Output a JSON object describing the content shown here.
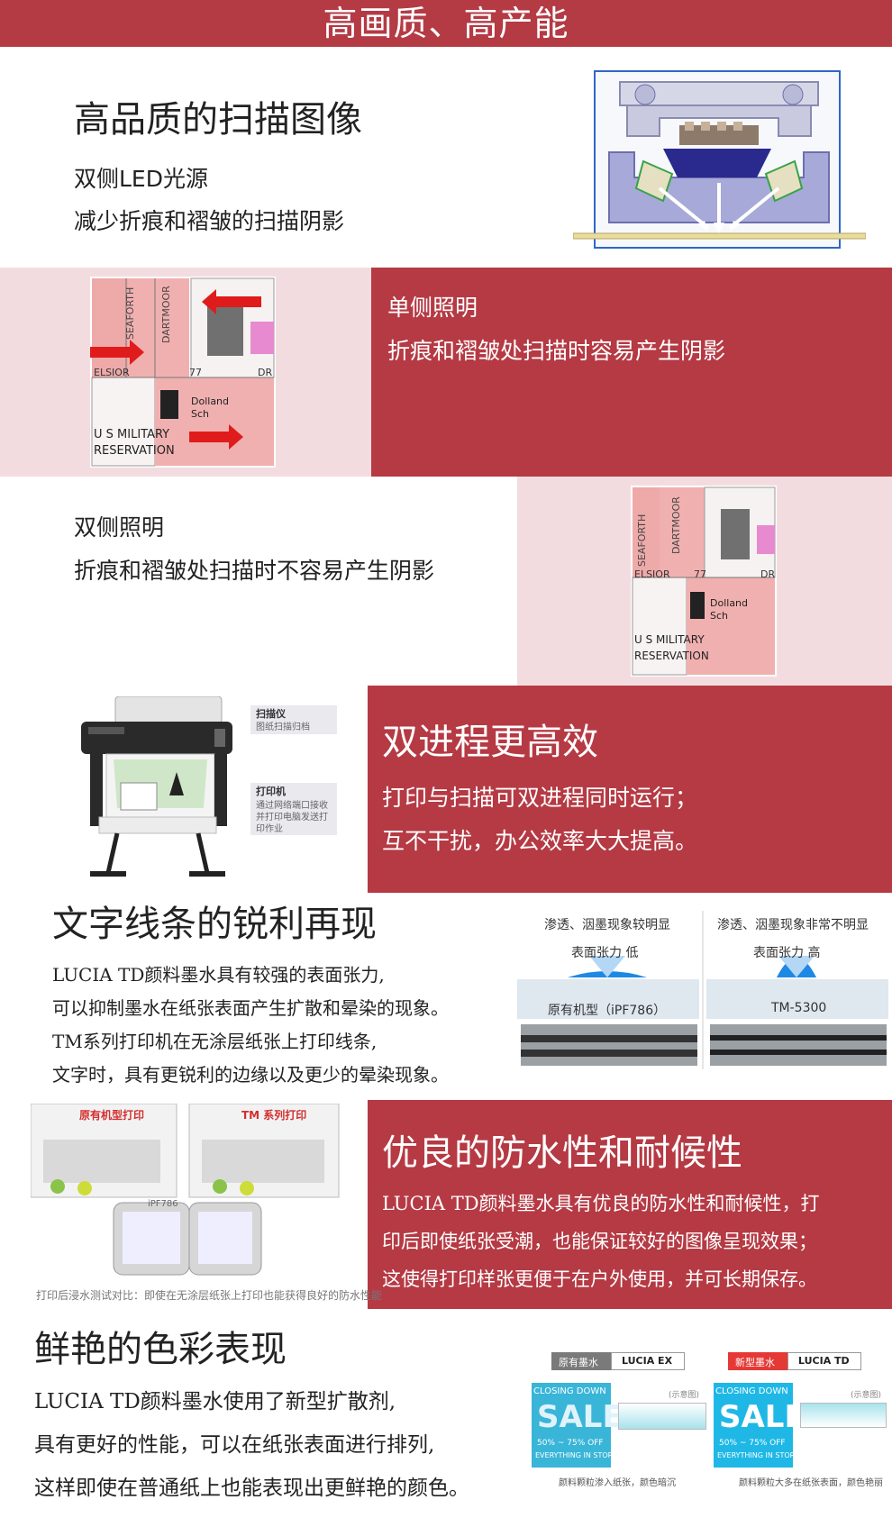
{
  "banner": {
    "title": "高画质、高产能"
  },
  "s1": {
    "heading": "高品质的扫描图像",
    "line1": "双侧LED光源",
    "line2": "减少折痕和褶皱的扫描阴影"
  },
  "s2": {
    "line1": "单侧照明",
    "line2": "折痕和褶皱处扫描时容易产生阴影",
    "map": [
      "SEAFORTH",
      "DARTMOOR",
      "ELSIOR",
      "77",
      "DR",
      "Dolland",
      "Sch",
      "U S MILITARY",
      "RESERVATION"
    ]
  },
  "s3": {
    "line1": "双侧照明",
    "line2": "折痕和褶皱处扫描时不容易产生阴影"
  },
  "s4": {
    "heading": "双进程更高效",
    "line1": "打印与扫描可双进程同时运行；",
    "line2": "互不干扰，办公效率大大提高。",
    "callout1_title": "扫描仪",
    "callout1_desc": "图纸扫描归档",
    "callout2_title": "打印机",
    "callout2_desc1": "通过网络端口接收",
    "callout2_desc2": "并打印电脑发送打",
    "callout2_desc3": "印作业"
  },
  "s5": {
    "heading": "文字线条的锐利再现",
    "line1": "LUCIA TD颜料墨水具有较强的表面张力,",
    "line2": "可以抑制墨水在纸张表面产生扩散和晕染的现象。",
    "line3": "TM系列打印机在无涂层纸张上打印线条,",
    "line4": "文字时，具有更锐利的边缘以及更少的晕染现象。",
    "diag_left_top": "渗透、洇墨现象较明显",
    "diag_left_tension": "表面张力 低",
    "diag_left_model": "原有机型（iPF786）",
    "diag_right_top": "渗透、洇墨现象非常不明显",
    "diag_right_tension": "表面张力 高",
    "diag_right_model": "TM-5300"
  },
  "s6": {
    "heading": "优良的防水性和耐候性",
    "line1": "LUCIA TD颜料墨水具有优良的防水性和耐候性，打",
    "line2": "印后即使纸张受潮，也能保证较好的图像呈现效果；",
    "line3": "这使得打印样张更便于在户外使用，并可长期保存。",
    "img_label_left": "原有机型打印",
    "img_label_right": "TM 系列打印",
    "img_model": "iPF786",
    "caption": "打印后浸水测试对比：即使在无涂层纸张上打印也能获得良好的防水性能"
  },
  "s7": {
    "heading": "鲜艳的色彩表现",
    "line1": "LUCIA TD颜料墨水使用了新型扩散剂,",
    "line2": "具有更好的性能，可以在纸张表面进行排列,",
    "line3": "这样即使在普通纸上也能表现出更鲜艳的颜色。",
    "left_tag": "原有墨水",
    "left_name": "LUCIA EX",
    "right_tag": "新型墨水",
    "right_name": "LUCIA TD",
    "sale_top": "CLOSING DOWN",
    "sale_word": "SALE",
    "sale_sub": "50% ~ 75% OFF",
    "sale_sub2": "EVERYTHING IN STORE",
    "note": "(示意图)",
    "left_caption": "颜料颗粒渗入纸张，颜色暗沉",
    "right_caption": "颜料颗粒大多在纸张表面，颜色艳丽"
  }
}
